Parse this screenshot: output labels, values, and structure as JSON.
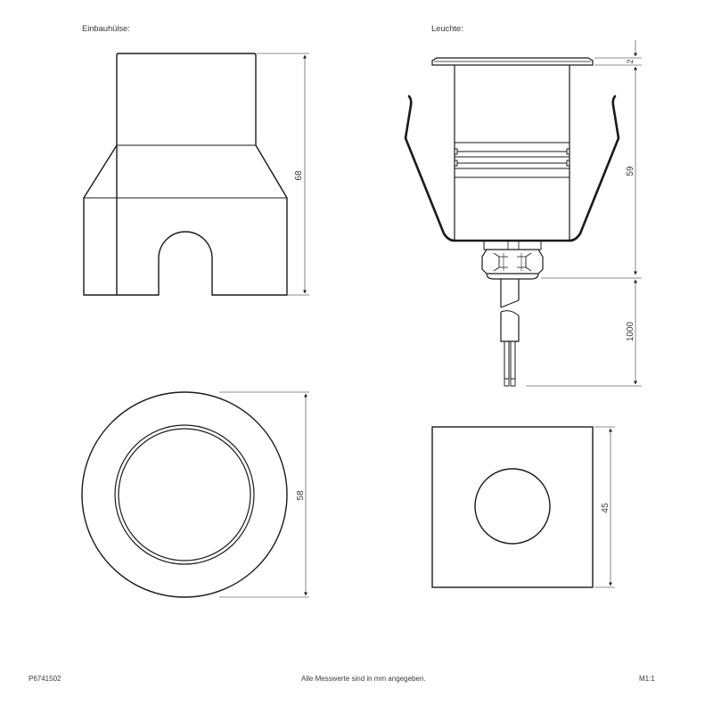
{
  "sheet": {
    "views": {
      "sleeve_label": "Einbauhülse:",
      "luminaire_label": "Leuchte:"
    },
    "dimensions": {
      "sleeve_height": "68",
      "sleeve_diameter": "58",
      "flange_thickness": "2",
      "luminaire_height": "59",
      "cable_length": "1000",
      "cover_width": "45"
    },
    "footer": {
      "article_number": "P6741502",
      "note": "Alle Messwerte sind in mm angegeben.",
      "scale": "M1:1"
    },
    "colors": {
      "line": "#1a1a1a",
      "dimension_line": "#6a6a6a",
      "text": "#3a3a3a"
    }
  }
}
